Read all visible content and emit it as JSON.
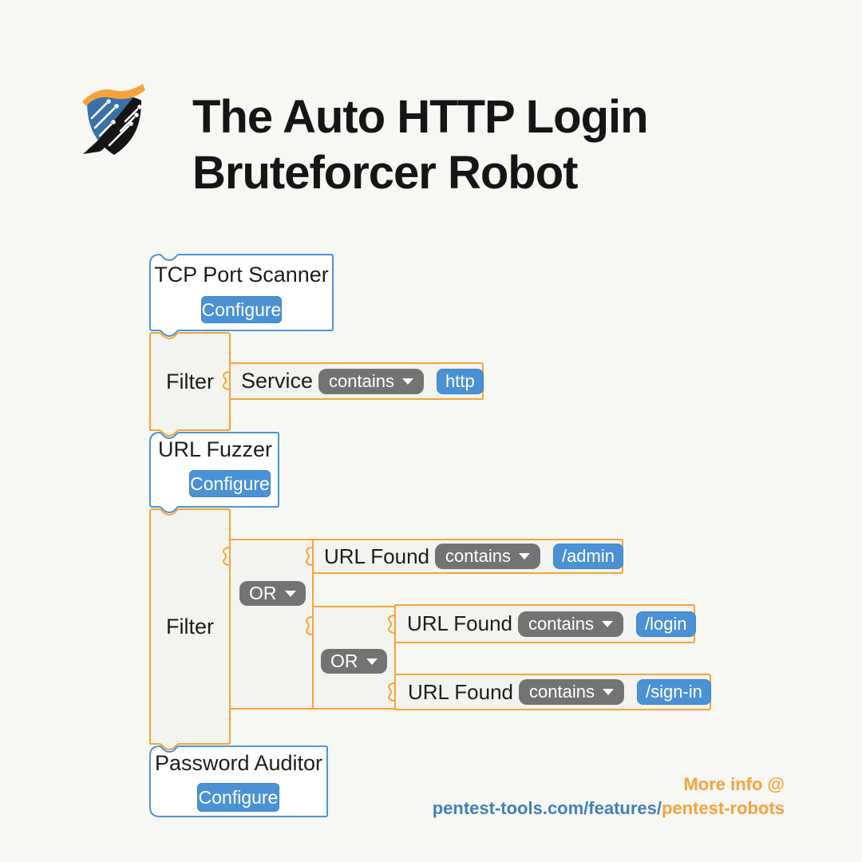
{
  "header": {
    "title_line1": "The Auto HTTP Login",
    "title_line2": "Bruteforcer Robot",
    "logo": "pentest-tools-shield-circuit-logo"
  },
  "blocks": {
    "tcp_port_scanner": {
      "label": "TCP Port Scanner",
      "button": "Configure"
    },
    "filter_service": {
      "label": "Filter"
    },
    "service_condition": {
      "field": "Service",
      "operator": "contains",
      "value": "http"
    },
    "url_fuzzer": {
      "label": "URL Fuzzer",
      "button": "Configure"
    },
    "filter_url": {
      "label": "Filter"
    },
    "or_outer": {
      "label": "OR"
    },
    "or_inner": {
      "label": "OR"
    },
    "cond_admin": {
      "field": "URL Found",
      "operator": "contains",
      "value": "/admin"
    },
    "cond_login": {
      "field": "URL Found",
      "operator": "contains",
      "value": "/login"
    },
    "cond_signin": {
      "field": "URL Found",
      "operator": "contains",
      "value": "/sign-in"
    }
  },
  "password_auditor": {
    "label": "Password Auditor",
    "button": "Configure"
  },
  "footer": {
    "more_info": "More info @",
    "url_base": "pentest-tools.com/features/",
    "url_highlight": "pentest-robots"
  },
  "icons": {
    "dropdown": "caret-down",
    "logo": "shield-with-circuit-lines"
  },
  "colors": {
    "background": "#f7f7f4",
    "tool_block_border": "#4d94d6",
    "filter_block_border": "#f7a437",
    "filter_block_fill": "#f3f3ef",
    "button_blue": "#4b92d4",
    "dropdown_gray": "#737373",
    "footer_blue": "#4080b8",
    "footer_orange": "#f6a23c",
    "title_color": "#151515"
  }
}
